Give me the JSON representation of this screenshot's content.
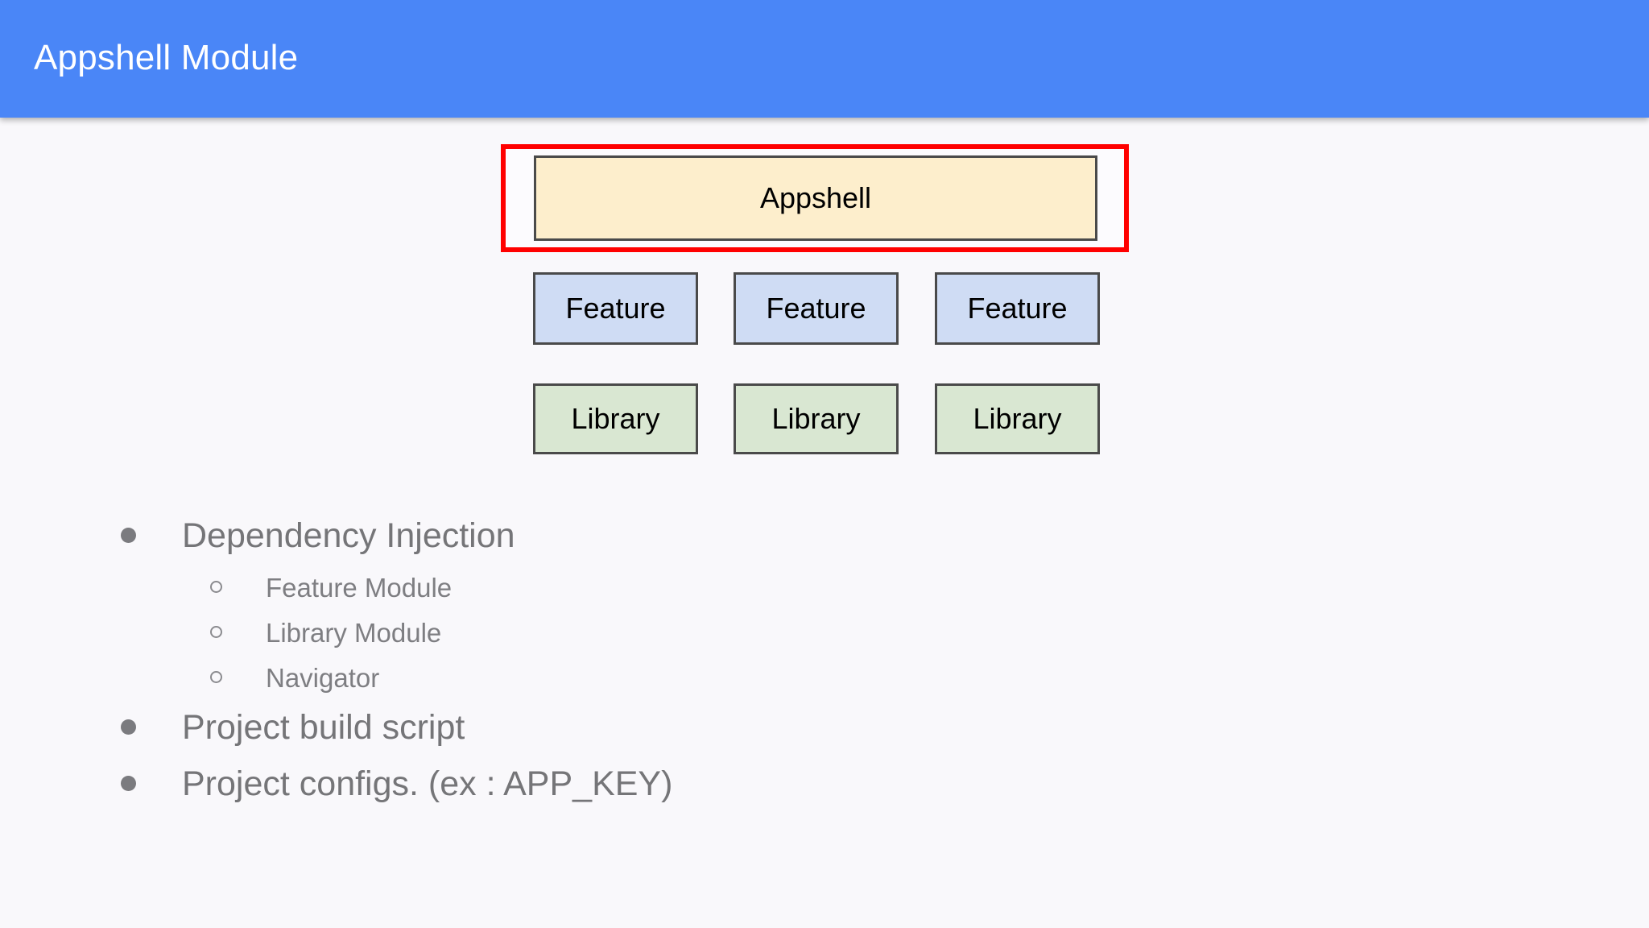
{
  "header": {
    "title": "Appshell Module",
    "background_color": "#4a86f7",
    "text_color": "#ffffff"
  },
  "diagram": {
    "highlight": {
      "name": "appshell-highlight",
      "border_color": "#ff0000"
    },
    "appshell": {
      "label": "Appshell",
      "fill_color": "#fdeecc",
      "border_color": "#4a4a4a"
    },
    "features": [
      {
        "label": "Feature",
        "fill_color": "#cfdcf4"
      },
      {
        "label": "Feature",
        "fill_color": "#cfdcf4"
      },
      {
        "label": "Feature",
        "fill_color": "#cfdcf4"
      }
    ],
    "libraries": [
      {
        "label": "Library",
        "fill_color": "#d9e7d2"
      },
      {
        "label": "Library",
        "fill_color": "#d9e7d2"
      },
      {
        "label": "Library",
        "fill_color": "#d9e7d2"
      }
    ]
  },
  "bullets": [
    {
      "level": 1,
      "marker": "disc",
      "text": "Dependency Injection"
    },
    {
      "level": 2,
      "marker": "circle",
      "text": "Feature Module"
    },
    {
      "level": 2,
      "marker": "circle",
      "text": "Library Module"
    },
    {
      "level": 2,
      "marker": "circle",
      "text": "Navigator"
    },
    {
      "level": 1,
      "marker": "disc",
      "text": "Project build script"
    },
    {
      "level": 1,
      "marker": "disc",
      "text": "Project configs. (ex : APP_KEY)"
    }
  ],
  "colors": {
    "page_background": "#f9f8fb",
    "body_text": "#757578",
    "node_text": "#000000"
  }
}
